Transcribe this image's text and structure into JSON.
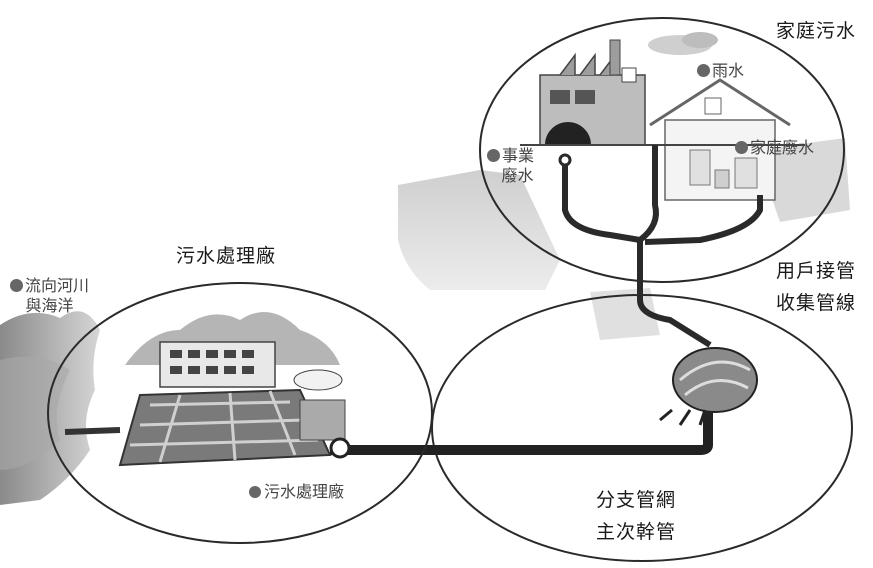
{
  "labels": {
    "household_sewage": "家庭污水",
    "rainwater": "雨水",
    "business_wastewater_line1": "事業",
    "business_wastewater_line2": "廢水",
    "household_wastewater": "家庭廢水",
    "treatment_plant_title": "污水處理廠",
    "outflow_line1": "流向河川",
    "outflow_line2": "與海洋",
    "connection_pipes_line1": "用戶接管",
    "connection_pipes_line2": "收集管線",
    "plant_marker": "污水處理廠",
    "network_line1": "分支管網",
    "network_line2": "主次幹管"
  },
  "colors": {
    "ink": "#1a1a1a",
    "pipe": "#2a2a2a",
    "marker": "#666666",
    "shade": "#9a9a9a"
  }
}
